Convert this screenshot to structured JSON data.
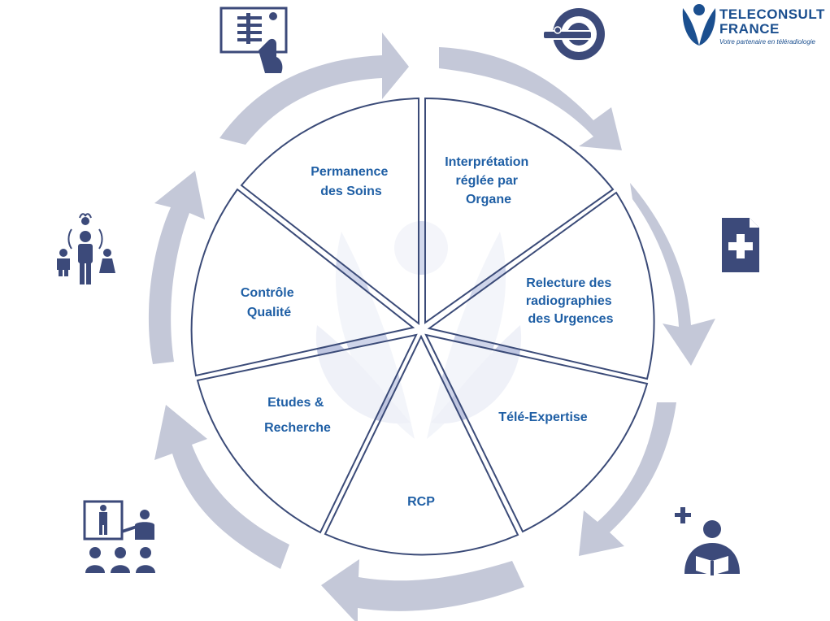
{
  "logo": {
    "line1": "TELECONSULT",
    "line2": "FRANCE",
    "tagline": "Votre partenaire en téléradiologie"
  },
  "segments": [
    {
      "id": "permanence",
      "lines": [
        "Permanence",
        "des Soins"
      ]
    },
    {
      "id": "interpretation",
      "lines": [
        "Interprétation",
        "réglée par",
        "Organe"
      ]
    },
    {
      "id": "relecture",
      "lines": [
        "Relecture des",
        "radiographies",
        "des Urgences"
      ]
    },
    {
      "id": "tele-expertise",
      "lines": [
        "Télé-Expertise"
      ]
    },
    {
      "id": "rcp",
      "lines": [
        "RCP"
      ]
    },
    {
      "id": "etudes",
      "lines": [
        "Etudes &",
        "Recherche"
      ]
    },
    {
      "id": "controle",
      "lines": [
        "Contrôle",
        "Qualité"
      ]
    }
  ],
  "icons": [
    "xray-touch-icon",
    "mri-scanner-icon",
    "medical-document-icon",
    "doctor-reading-icon",
    "teaching-presentation-icon",
    "patient-family-icon"
  ],
  "colors": {
    "label": "#1f5fa5",
    "segment_outline": "#3b4b78",
    "arrow": "#c4c8d8",
    "icon": "#3c4a7a",
    "watermark": "#b8c0dc",
    "logo": "#1b4f8f"
  }
}
